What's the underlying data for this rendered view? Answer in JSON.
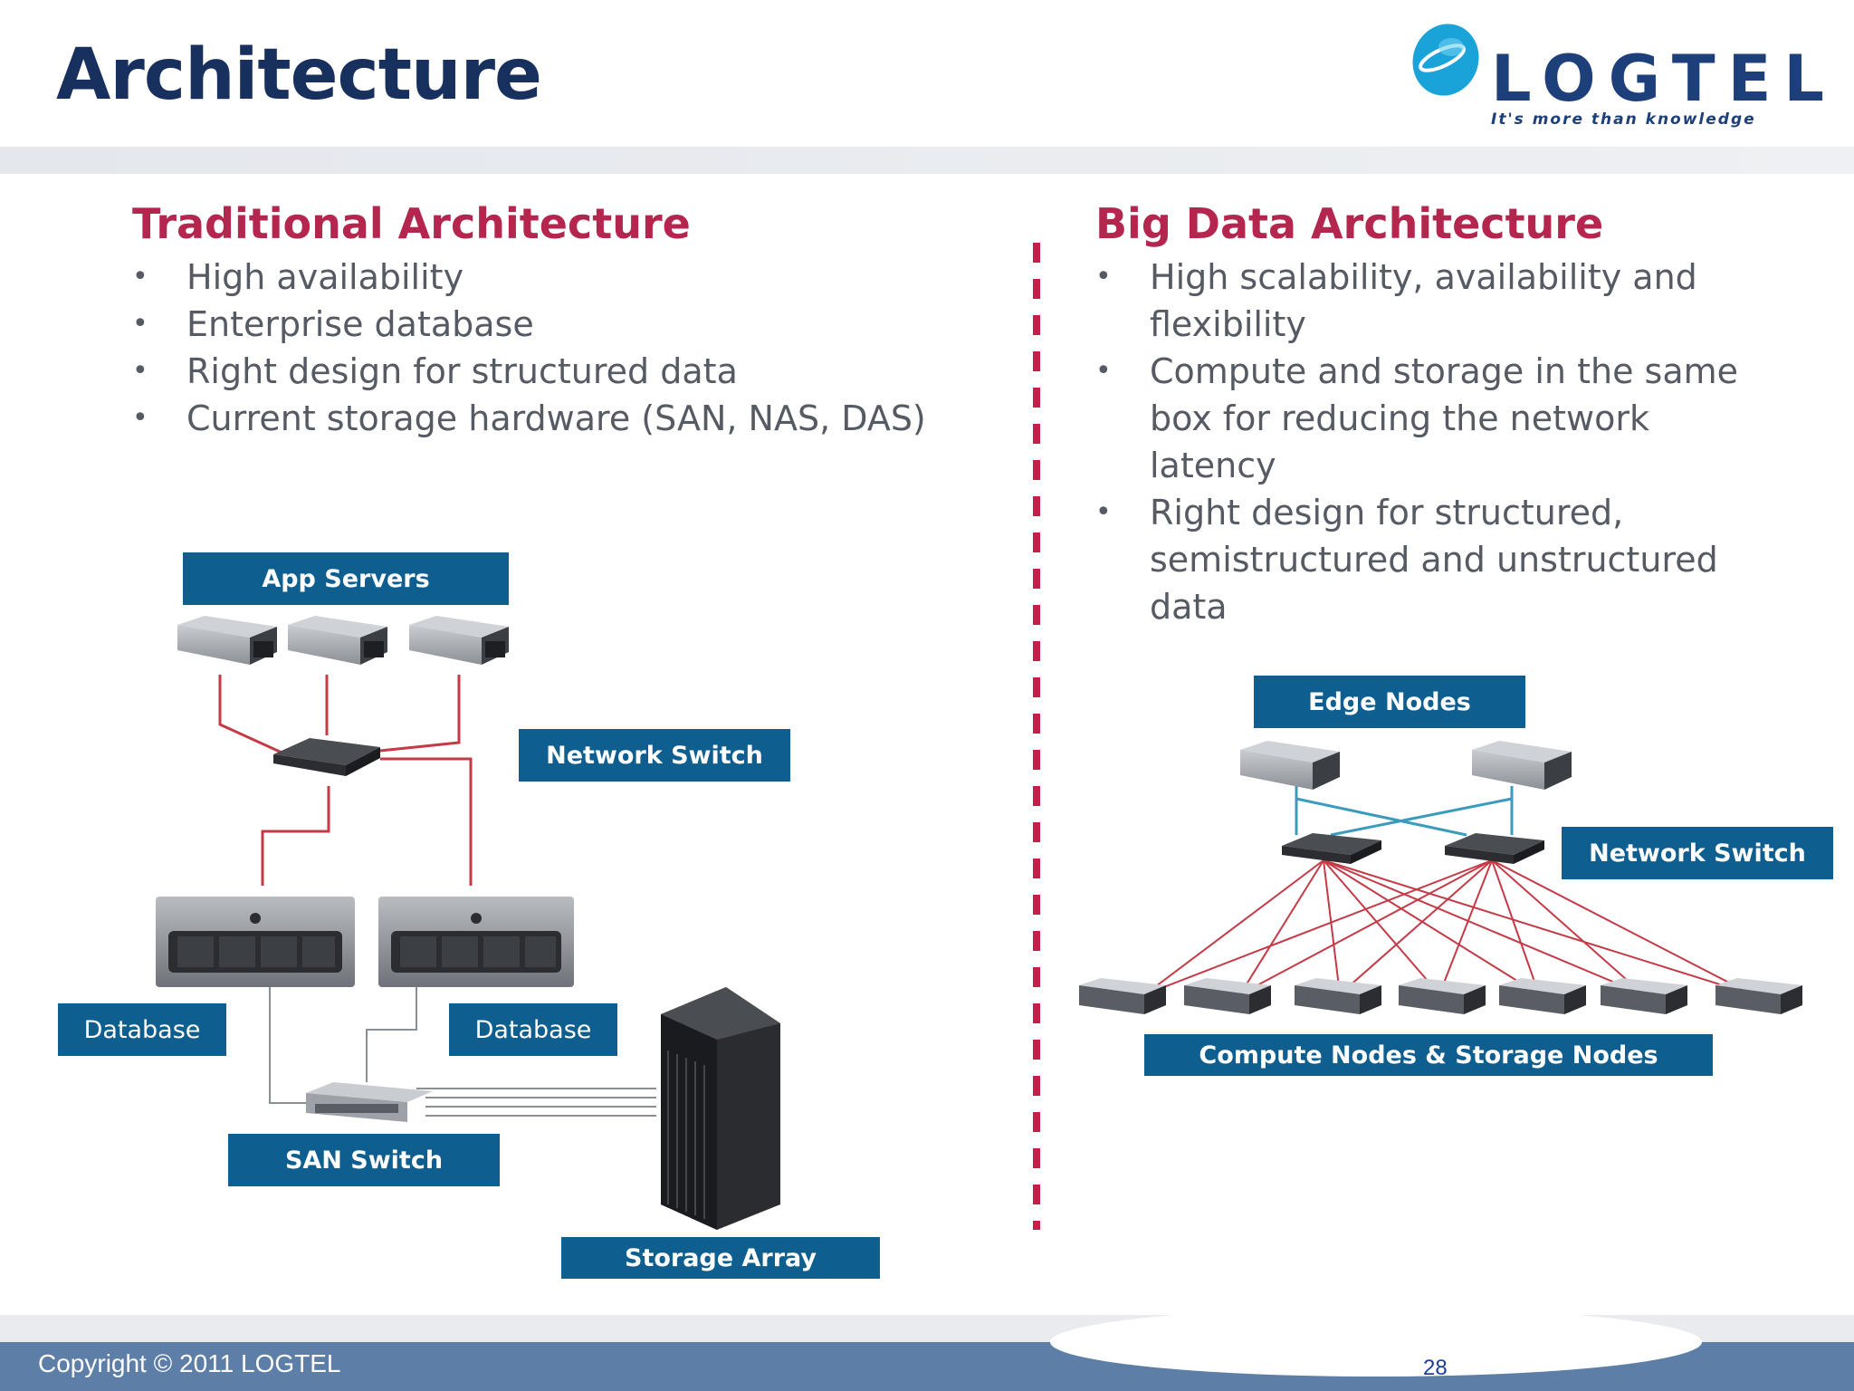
{
  "slide": {
    "title": "Architecture",
    "logo": {
      "name": "LOGTEL",
      "tagline": "It's more than knowledge"
    },
    "footer": {
      "copyright": "Copyright © 2011 LOGTEL",
      "page_number": "28"
    }
  },
  "traditional": {
    "heading": "Traditional Architecture",
    "bullets": [
      "High availability",
      "Enterprise database",
      "Right design for structured data",
      "Current storage hardware (SAN, NAS, DAS)"
    ],
    "labels": {
      "app_servers": "App Servers",
      "network_switch": "Network Switch",
      "database_left": "Database",
      "database_right": "Database",
      "san_switch": "SAN Switch",
      "storage_array": "Storage Array"
    }
  },
  "bigdata": {
    "heading": "Big Data Architecture",
    "bullets": [
      "High scalability, availability and flexibility",
      "Compute and storage in the same box for reducing the network latency",
      "Right design for structured, semistructured and unstructured data"
    ],
    "labels": {
      "edge_nodes": "Edge Nodes",
      "network_switch": "Network Switch",
      "compute_storage": "Compute Nodes  & Storage Nodes"
    }
  },
  "colors": {
    "title": "#17305e",
    "section_heading": "#b5264f",
    "label_box": "#0e5f8f",
    "link_red": "#c43a47",
    "link_blue": "#3a9bbd",
    "link_gray": "#8a8f96"
  }
}
